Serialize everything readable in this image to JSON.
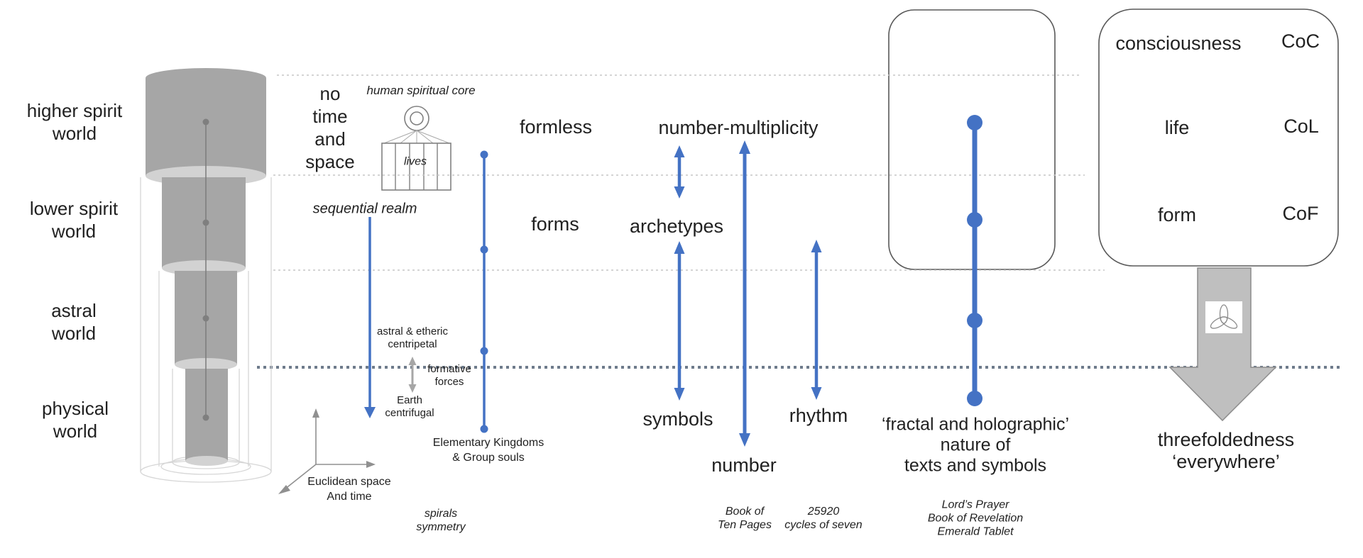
{
  "diagram": {
    "title_hint": "worlds and threefoldedness diagram",
    "colors": {
      "accent_blue": "#4472c4",
      "cylinder_gray": "#a6a6a6",
      "cylinder_lip": "#d2d2d2",
      "ghost_outline": "#d6d6d6",
      "separator_dotted": "#c6c6c6",
      "threshold_dotted": "#6e7b8b",
      "arrow_gray_fill": "#bfbfbf",
      "outline_dark": "#595959"
    },
    "worlds": [
      {
        "label": "higher spirit\nworld"
      },
      {
        "label": "lower spirit\nworld"
      },
      {
        "label": "astral\nworld"
      },
      {
        "label": "physical\nworld"
      }
    ],
    "spiritual": {
      "no_time_and_space": "no\ntime\nand\nspace",
      "human_spiritual_core": "human spiritual core",
      "lives": "lives",
      "sequential_realm": "sequential realm"
    },
    "ladder": {
      "formless": "formless",
      "forms": "forms",
      "number_multiplicity": "number-multiplicity",
      "archetypes": "archetypes",
      "symbols": "symbols",
      "number": "number",
      "rhythm": "rhythm"
    },
    "forces": {
      "astral_etheric": "astral & etheric\ncentripetal",
      "formative": "formative\nforces",
      "earth": "Earth\ncentrifugal",
      "kingdoms": "Elementary Kingdoms\n& Group souls"
    },
    "euclidean": {
      "axes_label": "Euclidean space\nAnd time",
      "spirals": "spirals\nsymmetry"
    },
    "sources": {
      "book_of_ten_pages": "Book of\nTen Pages",
      "cycles": "25920\ncycles of seven",
      "sacred_texts": "Lord’s Prayer\nBook of Revelation\nEmerald Tablet"
    },
    "fractal_note": "‘fractal and holographic’\nnature of\ntexts and symbols",
    "threefold_box": {
      "rows": [
        {
          "label": "consciousness",
          "code": "CoC"
        },
        {
          "label": "life",
          "code": "CoL"
        },
        {
          "label": "form",
          "code": "CoF"
        }
      ]
    },
    "threefoldedness": "threefoldedness\n‘everywhere’"
  }
}
